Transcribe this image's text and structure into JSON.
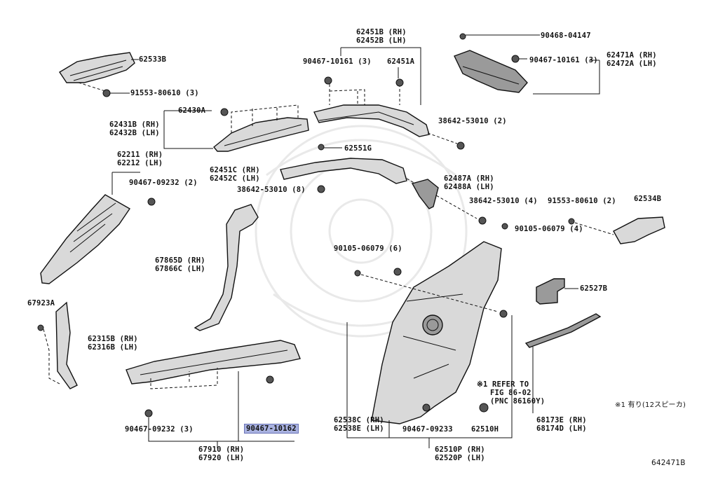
{
  "diagram_code": "642471B",
  "note": "※1 有り(12スピーカ)",
  "labels": {
    "p62533B": "62533B",
    "p91553_80610_3": "91553-80610 (3)",
    "p62430A": "62430A",
    "p62431B": "62431B (RH)",
    "p62432B": "62432B (LH)",
    "p62451B": "62451B (RH)",
    "p62452B": "62452B (LH)",
    "p90467_10161_3a": "90467-10161 (3)",
    "p62451A": "62451A",
    "p90468_04147": "90468-04147",
    "p90467_10161_3b": "90467-10161 (3)",
    "p62471A": "62471A (RH)",
    "p62472A": "62472A (LH)",
    "p38642_53010_2": "38642-53010 (2)",
    "p62551G": "62551G",
    "p62211": "62211 (RH)",
    "p62212": "62212 (LH)",
    "p90467_09232_2": "90467-09232 (2)",
    "p62451C": "62451C (RH)",
    "p62452C": "62452C (LH)",
    "p38642_53010_8": "38642-53010 (8)",
    "p62487A": "62487A (RH)",
    "p62488A": "62488A (LH)",
    "p38642_53010_4": "38642-53010 (4)",
    "p91553_80610_2": "91553-80610 (2)",
    "p62534B": "62534B",
    "p90105_06079_4": "90105-06079 (4)",
    "p90105_06079_6": "90105-06079 (6)",
    "p67865D": "67865D (RH)",
    "p67866C": "67866C (LH)",
    "p67923A": "67923A",
    "p62315B": "62315B (RH)",
    "p62316B": "62316B (LH)",
    "p62527B": "62527B",
    "refer1": "※1 REFER TO",
    "refer2": "FIG 86-02",
    "refer3": "(PNC 86160Y)",
    "p62538C": "62538C (RH)",
    "p62538E": "62538E (LH)",
    "p90467_09233": "90467-09233",
    "p62510H": "62510H",
    "p68173E": "68173E (RH)",
    "p68174D": "68174D (LH)",
    "p90467_09232_3": "90467-09232 (3)",
    "p90467_10162": "90467-10162",
    "p67910": "67910 (RH)",
    "p67920": "67920 (LH)",
    "p62510P": "62510P (RH)",
    "p62520P": "62520P (LH)"
  }
}
